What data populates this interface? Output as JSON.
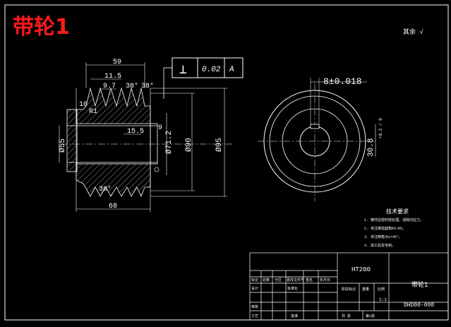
{
  "sheet": {
    "title": "带轮1",
    "roughness_note": "其余 √"
  },
  "front_view": {
    "dim_59": "59",
    "dim_11_5": "11.5",
    "dim_9_7": "9.7",
    "angle_38a": "38°",
    "angle_38b": "38°",
    "dim_10": "10",
    "dim_r1": "R1",
    "dim_15_5": "15.5",
    "dim_9": "9",
    "dim_d55": "Ø55",
    "dim_d71": "Ø71.2",
    "dim_d90": "Ø90",
    "dim_d95": "Ø95",
    "dim_68": "68",
    "bottom_angle": "38°"
  },
  "tolerance_frame": {
    "symbol": "⊥",
    "value": "0.02",
    "datum": "A"
  },
  "side_view": {
    "keyway_width": "8±0.018",
    "keyway_depth_value": "30.8",
    "keyway_depth_tol": "+0.2 / 0"
  },
  "technical_requirements": {
    "heading": "技术要求",
    "items": [
      "1. 铸件应经时效处理，消除内应力。",
      "2. 未注铸造圆角R3~R5。",
      "3. 未注倒角为1×45°。",
      "4. 加工后去毛刺。"
    ]
  },
  "title_block": {
    "material": "HT200",
    "part_name": "带轮1",
    "drawing_no": "DHD00-008",
    "scale": "1:1",
    "row_labels": [
      "标记",
      "设计",
      "审核",
      "工艺"
    ],
    "col_labels": [
      "处数",
      "分区",
      "更改文件号",
      "签名",
      "年月日"
    ],
    "std_label": "标准化",
    "approve_label": "批准",
    "stage_label": "阶段标记",
    "weight_label": "重量",
    "scale_label": "比例",
    "sheet_total": "共 张",
    "sheet_no": "第1张"
  }
}
